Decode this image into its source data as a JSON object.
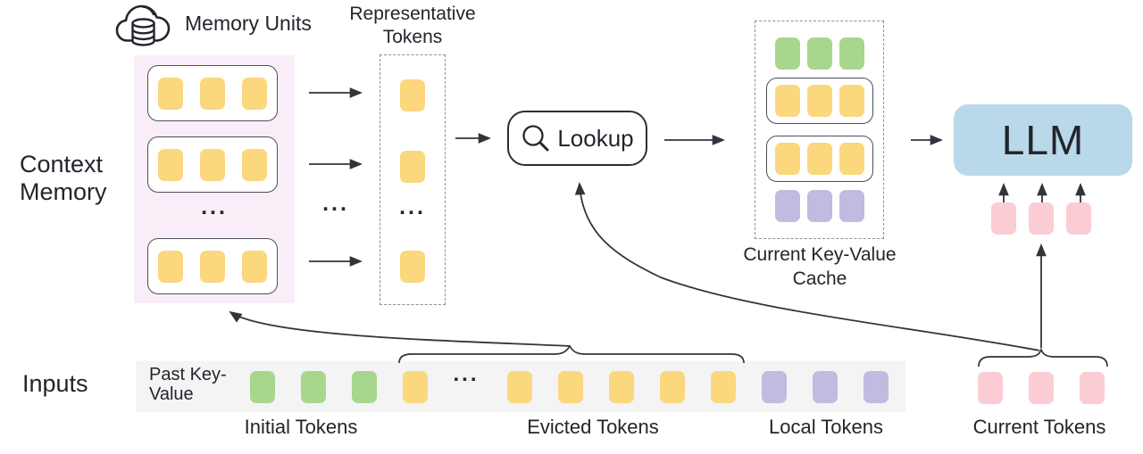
{
  "palette": {
    "token-yellow": "#fbd77d",
    "token-green": "#a7d78d",
    "token-purple": "#c0bbe0",
    "token-pink": "#fbccd3",
    "llm-blue": "#b9d9ea",
    "memory-bg": "#f9eef8",
    "strip-bg": "#f4f4f5",
    "line": "#31343d",
    "text": "#22252c",
    "dash": "#8f8f8f",
    "box-border": "#4a4f5a"
  },
  "left_labels": {
    "context_memory": "Context Memory",
    "inputs": "Inputs"
  },
  "memory": {
    "title": "Memory Units",
    "units": [
      {
        "count": 3,
        "color": "token-yellow"
      },
      {
        "count": 3,
        "color": "token-yellow"
      },
      {
        "count": 3,
        "color": "token-yellow"
      }
    ],
    "ellipsis": "..."
  },
  "between_ellipsis": "...",
  "representative": {
    "title": "Representative Tokens",
    "groups": [
      {
        "count": 1,
        "color": "token-yellow"
      },
      {
        "count": 1,
        "color": "token-yellow"
      },
      {
        "count": 1,
        "color": "token-yellow"
      }
    ],
    "ellipsis": "..."
  },
  "lookup": {
    "label": "Lookup"
  },
  "cache": {
    "title": "Current Key-Value Cache",
    "rows": [
      {
        "count": 3,
        "color": "token-green",
        "boxed": false
      },
      {
        "count": 3,
        "color": "token-yellow",
        "boxed": true
      },
      {
        "count": 3,
        "color": "token-yellow",
        "boxed": true
      },
      {
        "count": 3,
        "color": "token-purple",
        "boxed": false
      }
    ]
  },
  "llm": {
    "label": "LLM",
    "input_tokens": {
      "count": 3,
      "color": "token-pink"
    }
  },
  "inputs_strip": {
    "past_key_value": "Past Key-Value",
    "ellipsis": "...",
    "groups": {
      "initial": {
        "count": 3,
        "color": "token-green",
        "label": "Initial Tokens"
      },
      "evicted_head": {
        "count": 1,
        "color": "token-yellow"
      },
      "evicted_tail": {
        "count": 5,
        "color": "token-yellow"
      },
      "evicted_label": "Evicted Tokens",
      "local": {
        "count": 3,
        "color": "token-purple",
        "label": "Local Tokens"
      }
    }
  },
  "current_tokens": {
    "count": 3,
    "color": "token-pink",
    "label": "Current Tokens"
  }
}
